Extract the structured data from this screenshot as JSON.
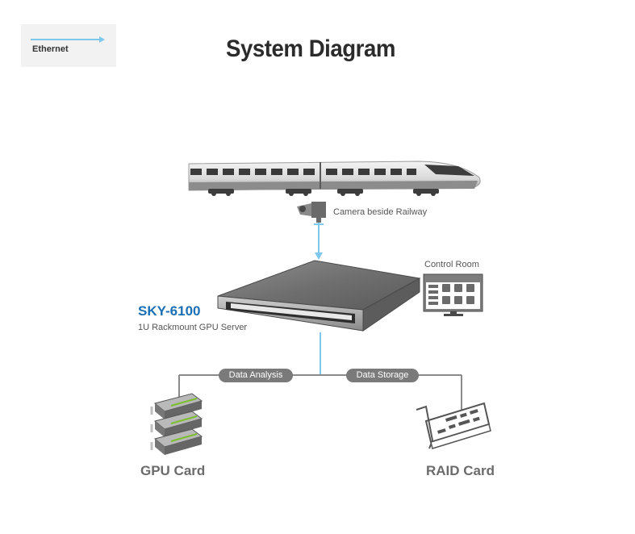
{
  "legend": {
    "label": "Ethernet",
    "line_color": "#7ec8ee"
  },
  "title": "System Diagram",
  "camera": {
    "label": "Camera beside Railway"
  },
  "control_room": {
    "label": "Control Room"
  },
  "server": {
    "model": "SKY-6100",
    "description": "1U Rackmount GPU Server"
  },
  "links": {
    "left": "Data Analysis",
    "right": "Data Storage"
  },
  "gpu": {
    "label": "GPU Card"
  },
  "raid": {
    "label": "RAID Card"
  },
  "colors": {
    "accent": "#1b6fb5",
    "ethernet": "#7ec8ee",
    "bus": "#8a8a8a",
    "title": "#2b2b2b"
  }
}
